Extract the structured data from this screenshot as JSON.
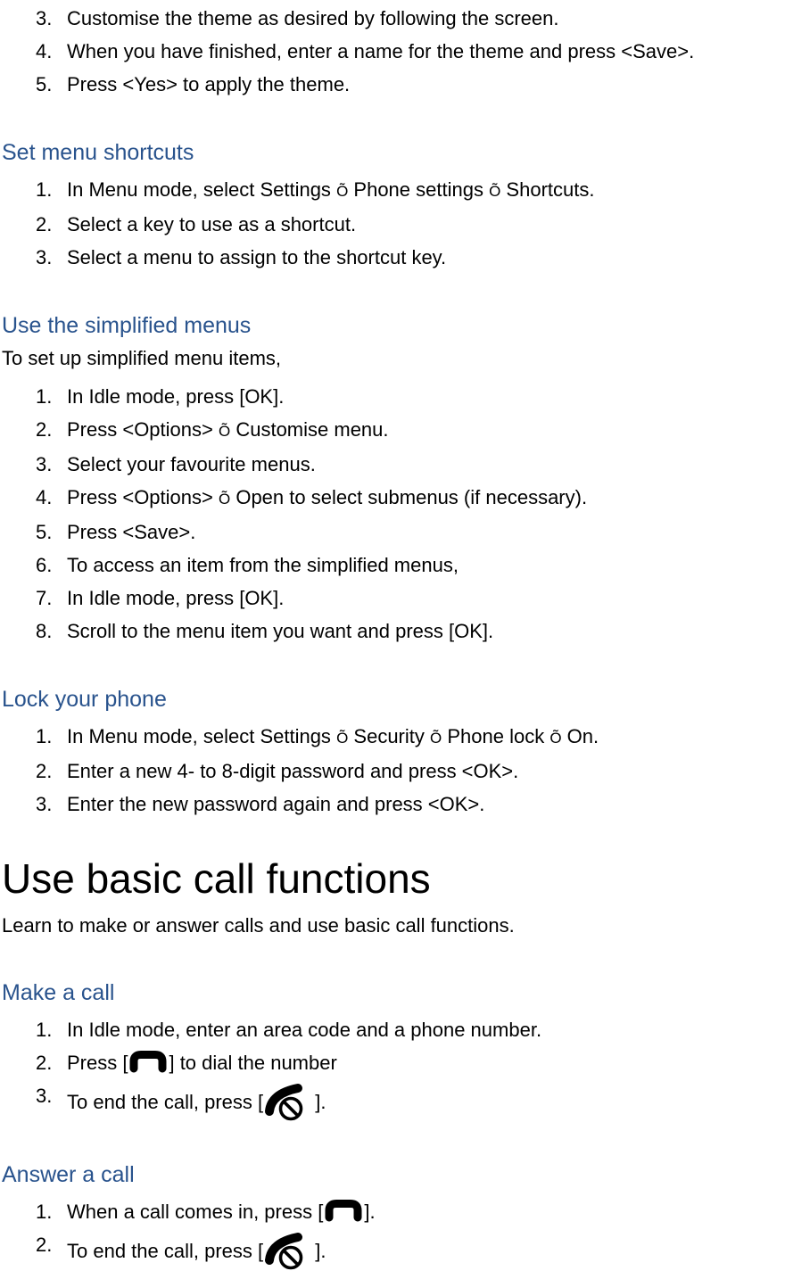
{
  "page": {
    "background": "#ffffff",
    "body_text_color": "#000000",
    "heading_color": "#29538D",
    "icon_color": "#000000"
  },
  "icons": {
    "dial-key-icon": "phone handset dial key",
    "end-call-key-icon": "phone handset with prohibition circle (end call key)"
  },
  "blocks": [
    {
      "type": "list",
      "start": 3,
      "items": [
        {
          "text": "Customise the theme as desired by following the screen."
        },
        {
          "text": "When you have finished, enter a name for the theme and press <Save>."
        },
        {
          "text": "Press <Yes> to apply the theme."
        }
      ]
    },
    {
      "type": "heading",
      "text": "Set menu shortcuts"
    },
    {
      "type": "list",
      "start": 1,
      "items": [
        {
          "text": "In Menu mode, select Settings Õ Phone settings Õ Shortcuts."
        },
        {
          "text": "Select a key to use as a shortcut."
        },
        {
          "text": "Select a menu to assign to the shortcut key."
        }
      ]
    },
    {
      "type": "heading",
      "text": "Use the simplified menus"
    },
    {
      "type": "paragraph",
      "text": "To set up simplified menu items,"
    },
    {
      "type": "list",
      "start": 1,
      "items": [
        {
          "text": "In Idle mode, press [OK]."
        },
        {
          "text": "Press <Options> Õ Customise menu."
        },
        {
          "text": "Select your favourite menus."
        },
        {
          "text": "Press <Options> Õ Open to select submenus (if necessary)."
        },
        {
          "text": "Press <Save>."
        },
        {
          "text": "To access an item from the simplified menus,"
        },
        {
          "text": "In Idle mode, press [OK]."
        },
        {
          "text": "Scroll to the menu item you want and press [OK]."
        }
      ]
    },
    {
      "type": "heading",
      "text": "Lock your phone"
    },
    {
      "type": "list",
      "start": 1,
      "items": [
        {
          "text": "In Menu mode, select Settings Õ Security Õ Phone lock Õ On."
        },
        {
          "text": "Enter a new 4- to 8-digit password and press <OK>."
        },
        {
          "text": "Enter the new password again and press <OK>."
        }
      ]
    },
    {
      "type": "title",
      "text": "Use basic call functions"
    },
    {
      "type": "paragraph",
      "text": "Learn to make or answer calls and use basic call functions."
    },
    {
      "type": "heading",
      "text": "Make a call"
    },
    {
      "type": "list",
      "start": 1,
      "items": [
        {
          "text": "In Idle mode, enter an area code and a phone number."
        },
        {
          "parts": [
            {
              "t": "Press ["
            },
            {
              "i": "dial-key-icon"
            },
            {
              "t": "] to dial the number"
            }
          ]
        },
        {
          "parts": [
            {
              "t": "To end the call, press ["
            },
            {
              "i": "end-call-key-icon"
            },
            {
              "t": " ]."
            }
          ]
        }
      ]
    },
    {
      "type": "heading",
      "text": "Answer a call"
    },
    {
      "type": "list",
      "start": 1,
      "items": [
        {
          "parts": [
            {
              "t": "When a call comes in, press ["
            },
            {
              "i": "dial-key-icon"
            },
            {
              "t": "]."
            }
          ]
        },
        {
          "parts": [
            {
              "t": "To end the call, press ["
            },
            {
              "i": "end-call-key-icon"
            },
            {
              "t": " ]."
            }
          ]
        }
      ]
    }
  ]
}
